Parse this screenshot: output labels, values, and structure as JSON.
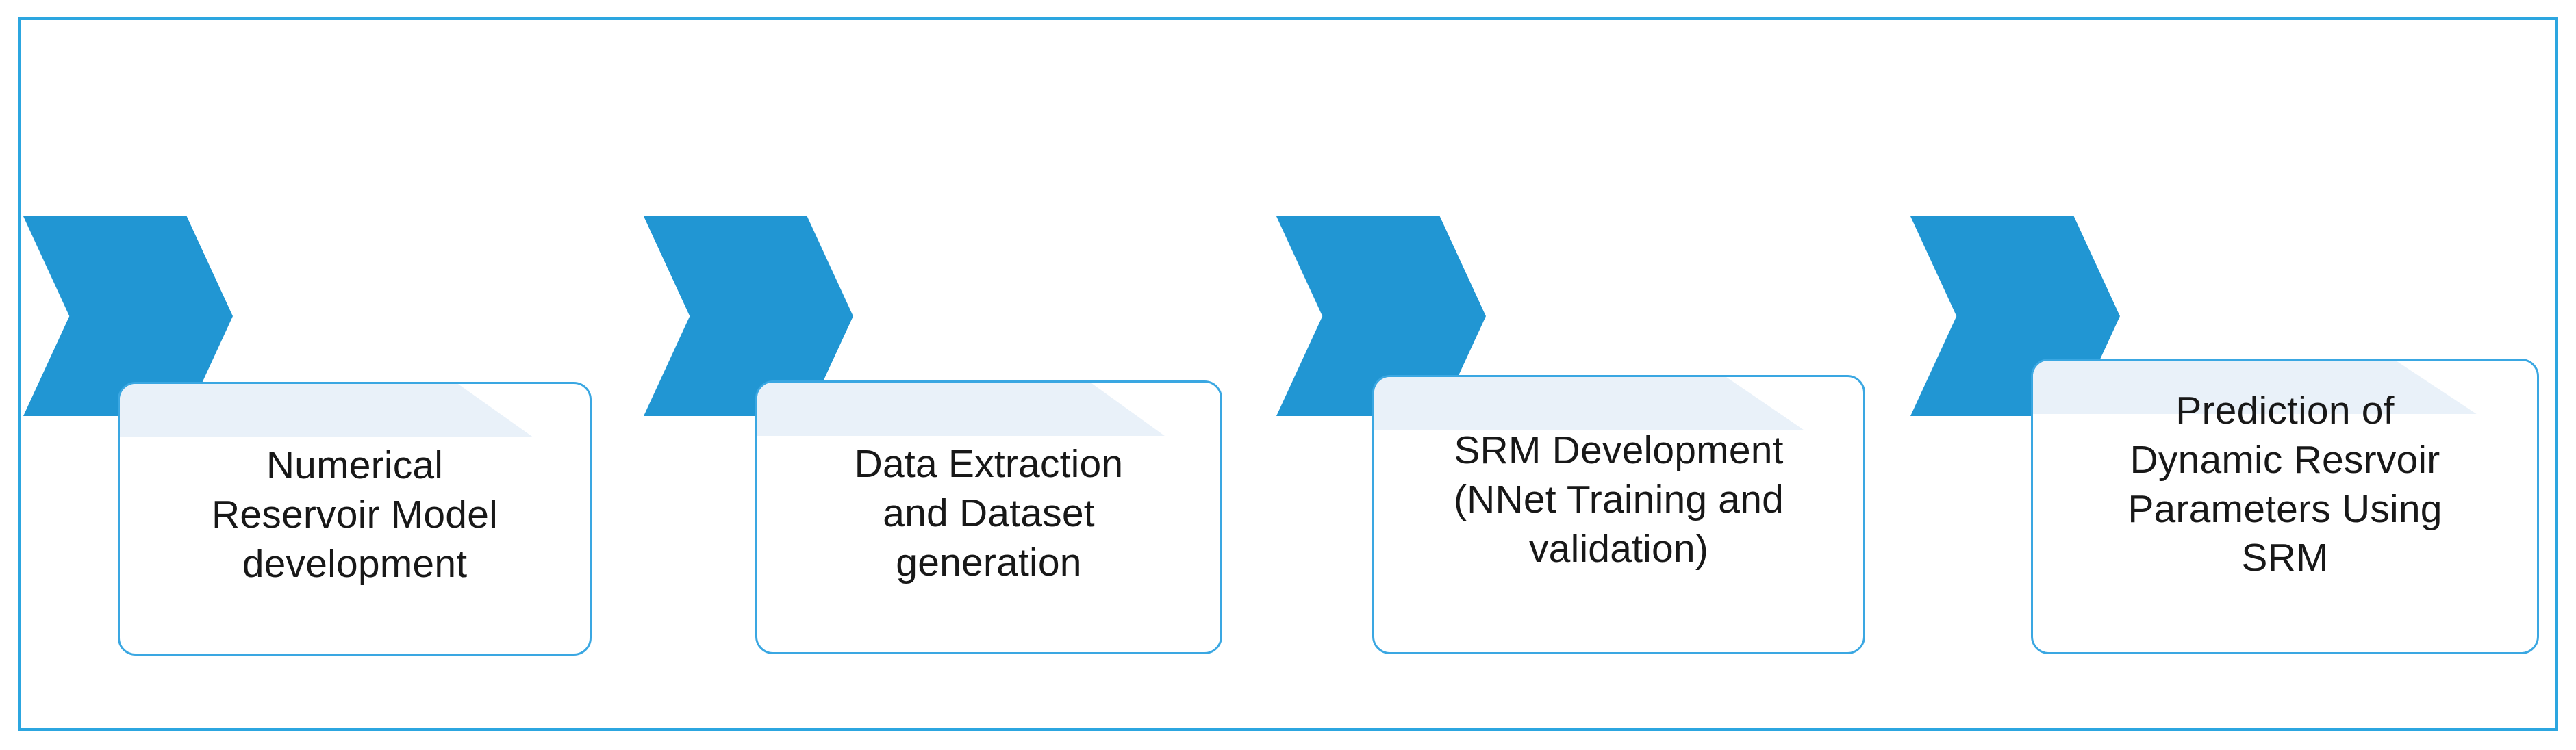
{
  "diagram": {
    "type": "process-flow",
    "orientation": "horizontal",
    "stage_count": 4,
    "colors": {
      "frame_border": "#2ca6e0",
      "chevron_fill": "#2196d3",
      "box_border": "#3aa7e2",
      "box_fill": "#ffffff",
      "box_tint": "#e9f1f9",
      "text": "#181818",
      "background": "#ffffff"
    },
    "stages": [
      {
        "index": 1,
        "arrow_name": "chevron-arrow-1",
        "label": "Numerical\nReservoir  Model\ndevelopment"
      },
      {
        "index": 2,
        "arrow_name": "chevron-arrow-2",
        "label": "Data Extraction\nand Dataset\ngeneration"
      },
      {
        "index": 3,
        "arrow_name": "chevron-arrow-3",
        "label": "SRM Development\n(NNet Training and\nvalidation)"
      },
      {
        "index": 4,
        "arrow_name": "chevron-arrow-4",
        "label": "Prediction of\nDynamic Resrvoir\nParameters Using\nSRM"
      }
    ]
  }
}
